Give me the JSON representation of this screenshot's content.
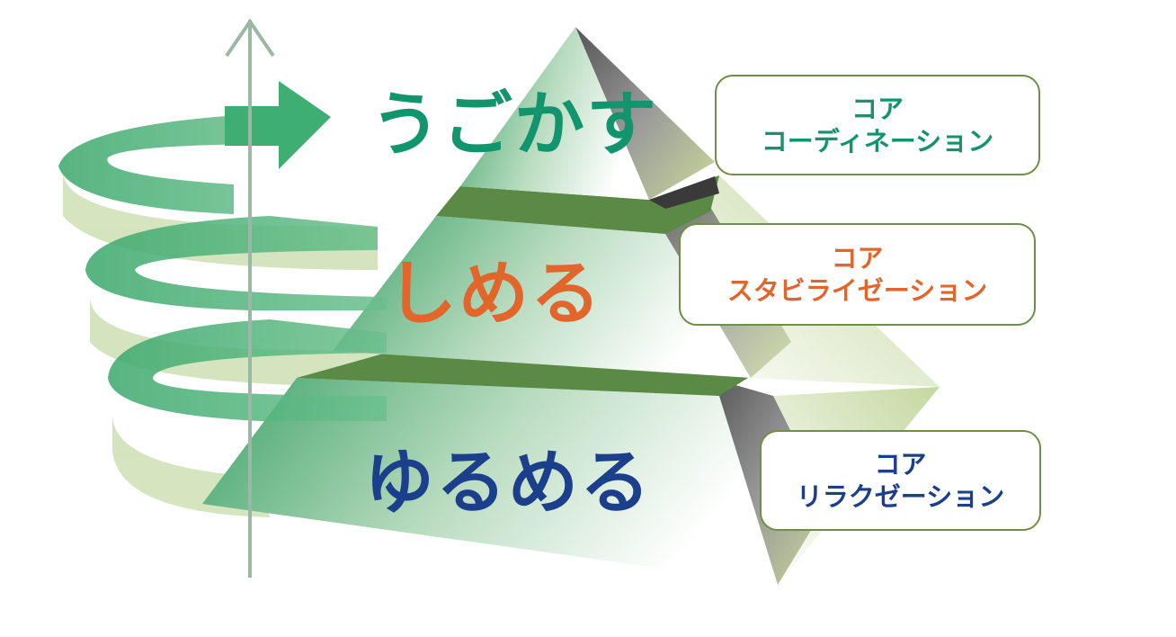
{
  "levels": [
    {
      "label": "うごかす",
      "core_line1": "コア",
      "core_line2": "コーディネーション",
      "color": "#12946c"
    },
    {
      "label": "しめる",
      "core_line1": "コア",
      "core_line2": "スタビライゼーション",
      "color": "#e2652c"
    },
    {
      "label": "ゆるめる",
      "core_line1": "コア",
      "core_line2": "リラクゼーション",
      "color": "#1c3f8c"
    }
  ],
  "colors": {
    "box_border": "#6e8f45",
    "spiral": "#3fae72",
    "axis": "#9ab8a4"
  }
}
